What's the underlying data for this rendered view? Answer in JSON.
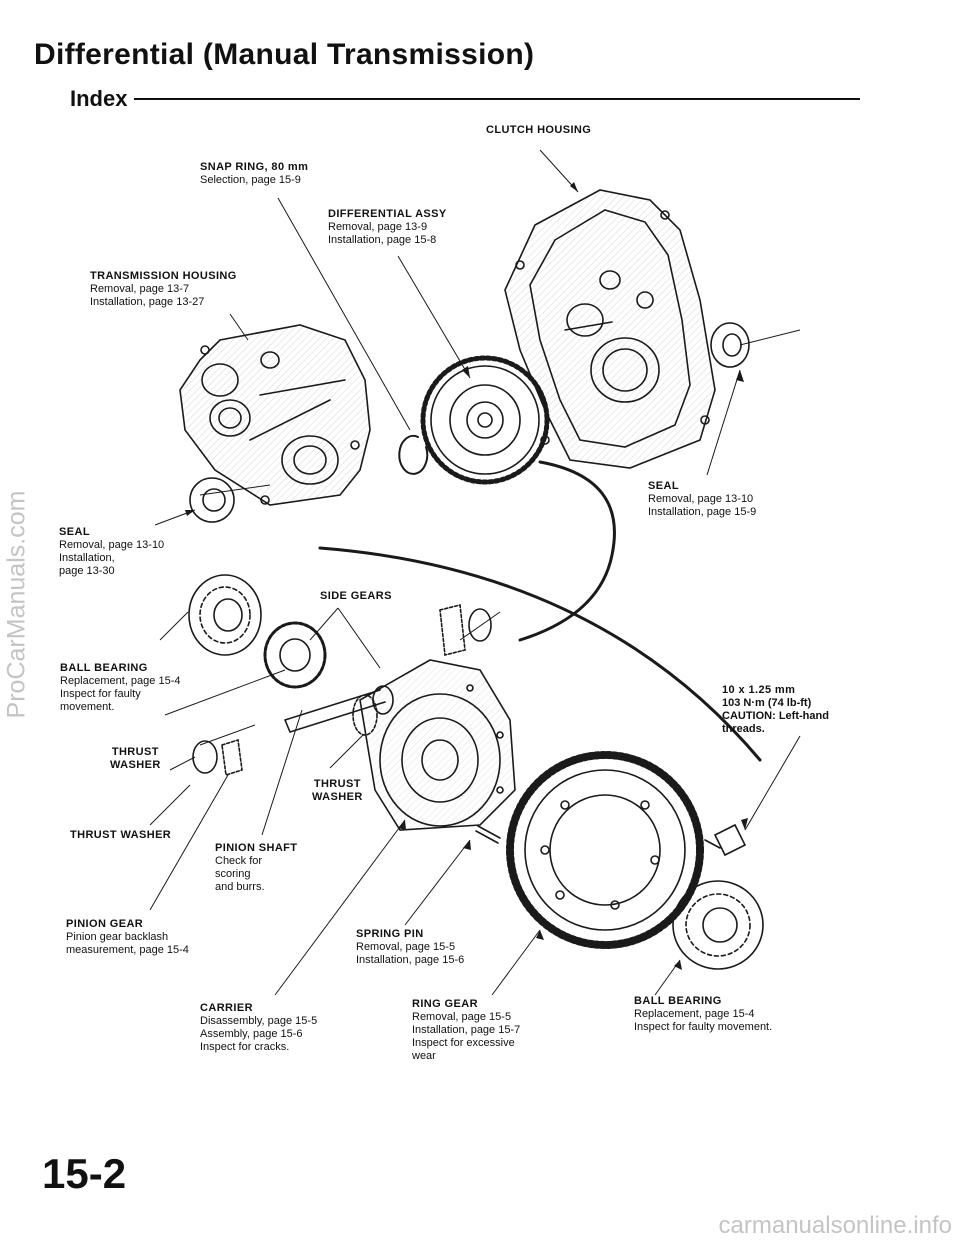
{
  "header": {
    "title": "Differential (Manual Transmission)",
    "subtitle": "Index"
  },
  "labels": {
    "clutch_housing": {
      "name": "CLUTCH HOUSING"
    },
    "snap_ring": {
      "name": "SNAP RING, 80 mm",
      "lines": [
        "Selection, page 15-9"
      ]
    },
    "differential_assy": {
      "name": "DIFFERENTIAL ASSY",
      "lines": [
        "Removal, page 13-9",
        "Installation, page 15-8"
      ]
    },
    "transmission_housing": {
      "name": "TRANSMISSION HOUSING",
      "lines": [
        "Removal, page 13-7",
        "Installation, page 13-27"
      ]
    },
    "seal_right": {
      "name": "SEAL",
      "lines": [
        "Removal, page 13-10",
        "Installation, page 15-9"
      ]
    },
    "seal_left": {
      "name": "SEAL",
      "lines": [
        "Removal, page 13-10",
        "Installation,",
        "page 13-30"
      ]
    },
    "side_gears": {
      "name": "SIDE GEARS"
    },
    "ball_bearing_left": {
      "name": "BALL BEARING",
      "lines": [
        "Replacement, page 15-4",
        "Inspect for faulty",
        "movement."
      ]
    },
    "bolt_spec": {
      "name": "10 x 1.25 mm",
      "lines": [
        "103 N·m (74 lb-ft)",
        "CAUTION: Left-hand",
        "threads."
      ]
    },
    "thrust_washer_left": {
      "name": "THRUST",
      "lines": [
        "WASHER"
      ]
    },
    "thrust_washer_center": {
      "name": "THRUST",
      "lines": [
        "WASHER"
      ]
    },
    "thrust_washer_bottom": {
      "name": "THRUST WASHER"
    },
    "pinion_shaft": {
      "name": "PINION SHAFT",
      "lines": [
        "Check for",
        "scoring",
        "and burrs."
      ]
    },
    "pinion_gear": {
      "name": "PINION GEAR",
      "lines": [
        "Pinion gear backlash",
        "measurement, page 15-4"
      ]
    },
    "spring_pin": {
      "name": "SPRING PIN",
      "lines": [
        "Removal, page 15-5",
        "Installation, page 15-6"
      ]
    },
    "carrier": {
      "name": "CARRIER",
      "lines": [
        "Disassembly, page 15-5",
        "Assembly, page 15-6",
        "Inspect for cracks."
      ]
    },
    "ring_gear": {
      "name": "RING GEAR",
      "lines": [
        "Removal, page 15-5",
        "Installation, page 15-7",
        "Inspect for excessive",
        "wear"
      ]
    },
    "ball_bearing_right": {
      "name": "BALL BEARING",
      "lines": [
        "Replacement, page 15-4",
        "Inspect for faulty movement."
      ]
    }
  },
  "footer": {
    "page_number": "15-2",
    "watermark_side": "ProCarManuals.com",
    "watermark_bottom": "carmanualsonline.info"
  }
}
